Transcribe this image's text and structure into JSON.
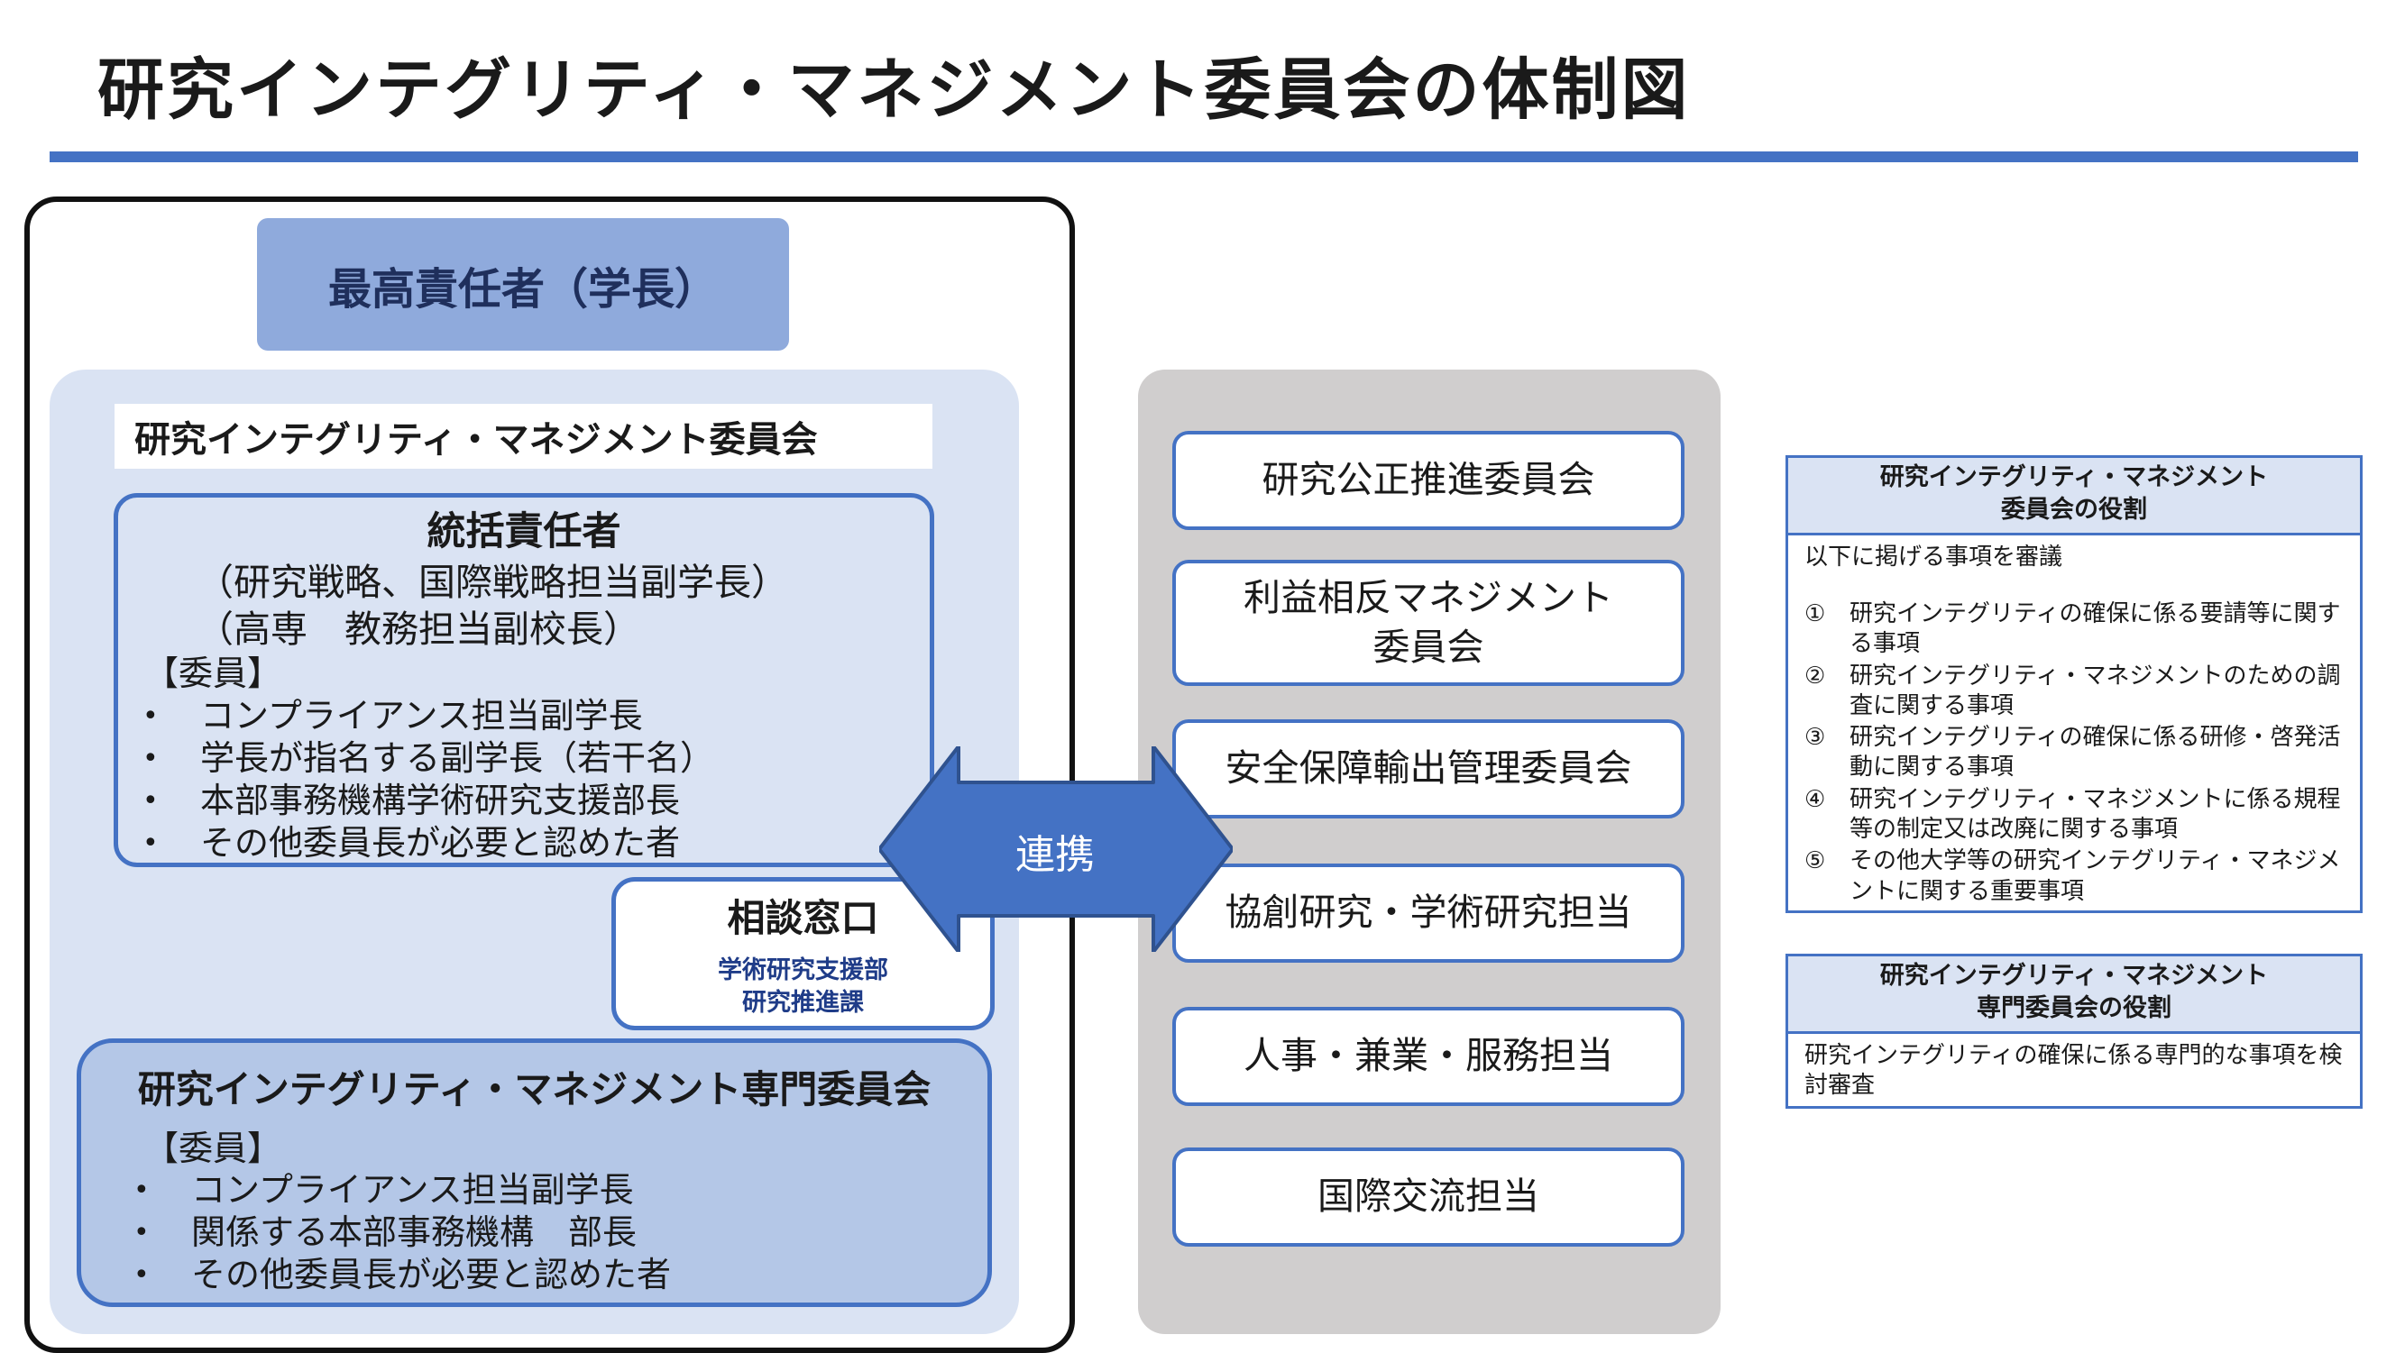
{
  "title": "研究インテグリティ・マネジメント委員会の体制図",
  "top_box": "最高責任者（学長）",
  "committee": {
    "label": "研究インテグリティ・マネジメント委員会",
    "supervisor": {
      "title": "統括責任者",
      "role_1": "（研究戦略、国際戦略担当副学長）",
      "role_2": "（高専　教務担当副校長）",
      "members_heading": "【委員】",
      "members": [
        "コンプライアンス担当副学長",
        "学長が指名する副学長（若干名）",
        "本部事務機構学術研究支援部長",
        "その他委員長が必要と認めた者"
      ]
    },
    "consult": {
      "title": "相談窓口",
      "line_1": "学術研究支援部",
      "line_2": "研究推進課"
    },
    "expert": {
      "title": "研究インテグリティ・マネジメント専門委員会",
      "members_heading": "【委員】",
      "members": [
        "コンプライアンス担当副学長",
        "関係する本部事務機構　部長",
        "その他委員長が必要と認めた者"
      ]
    }
  },
  "arrow_label": "連携",
  "related": [
    "研究公正推進委員会",
    "利益相反マネジメント",
    "委員会",
    "安全保障輸出管理委員会",
    "協創研究・学術研究担当",
    "人事・兼業・服務担当",
    "国際交流担当"
  ],
  "role_1": {
    "title_1": "研究インテグリティ・マネジメント",
    "title_2": "委員会の役割",
    "intro": "以下に掲げる事項を審議",
    "items": [
      {
        "num": "①",
        "text": "研究インテグリティの確保に係る要請等に関する事項"
      },
      {
        "num": "②",
        "text": "研究インテグリティ・マネジメントのための調査に関する事項"
      },
      {
        "num": "③",
        "text": "研究インテグリティの確保に係る研修・啓発活動に関する事項"
      },
      {
        "num": "④",
        "text": "研究インテグリティ・マネジメントに係る規程等の制定又は改廃に関する事項"
      },
      {
        "num": "⑤",
        "text": "その他大学等の研究インテグリティ・マネジメントに関する重要事項"
      }
    ]
  },
  "role_2": {
    "title_1": "研究インテグリティ・マネジメント",
    "title_2": "専門委員会の役割",
    "text": "研究インテグリティの確保に係る専門的な事項を検討審査"
  },
  "bullet": "•",
  "colors": {
    "accent": "#4472c4",
    "top_box": "#8faadc",
    "committee_area": "#dae3f3",
    "expert_box": "#b4c7e7",
    "gray_area": "#d0cece"
  }
}
